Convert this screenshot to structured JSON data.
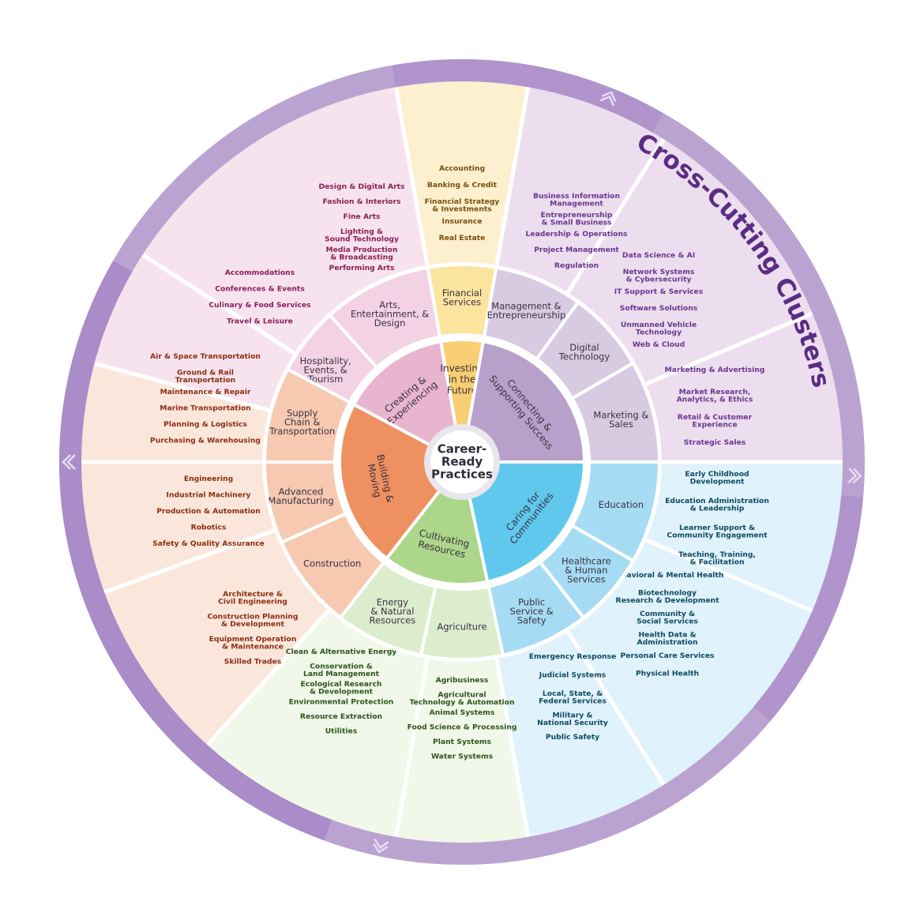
{
  "title": "Cross-Cutting Clusters",
  "center": [
    "Career-",
    "Ready",
    "Practices"
  ],
  "colors": {
    "ring_outer": "#bba3d1",
    "ring_inner": "#a98ac6",
    "creating": "#e8b5cf",
    "investing": "#f8cf72",
    "connecting": "#b7a0c9",
    "caring": "#5fc8ec",
    "cultivating": "#acd68a",
    "building": "#ee9060"
  },
  "groups": [
    {
      "inner_label": "Creating & Experiencing",
      "inner_color": "#e8b5cf",
      "clusters": [
        {
          "label": "Hospitality, Events, & Tourism",
          "mid_color": "#f3d2e3",
          "outer_color": "#f7e3ee",
          "text_color": "#8a1f55",
          "subs": [
            "Accommodations",
            "Conferences & Events",
            "Culinary & Food Services",
            "Travel & Leisure"
          ]
        },
        {
          "label": "Arts, Entertainment, & Design",
          "mid_color": "#f3d2e3",
          "outer_color": "#f7e3ee",
          "text_color": "#8a1f55",
          "subs": [
            "Design & Digital Arts",
            "Fashion & Interiors",
            "Fine Arts",
            "Lighting & Sound Technology",
            "Media Production & Broadcasting",
            "Performing Arts"
          ]
        }
      ]
    },
    {
      "inner_label": "Investing in the Future",
      "inner_color": "#f8cf72",
      "clusters": [
        {
          "label": "Financial Services",
          "mid_color": "#fbe49e",
          "outer_color": "#fcf0cf",
          "text_color": "#7a4e0a",
          "subs": [
            "Accounting",
            "Banking & Credit",
            "Financial Strategy & Investments",
            "Insurance",
            "Real Estate"
          ]
        }
      ]
    },
    {
      "inner_label": "Connecting & Supporting Success",
      "inner_color": "#b7a0c9",
      "clusters": [
        {
          "label": "Management & Entrepreneurship",
          "mid_color": "#d8cbe1",
          "outer_color": "#ecdeee",
          "text_color": "#6a3790",
          "subs": [
            "Business Information Management",
            "Entrepreneurship & Small Business",
            "Leadership & Operations",
            "Project Management",
            "Regulation"
          ]
        },
        {
          "label": "Digital Technology",
          "mid_color": "#d8cbe1",
          "outer_color": "#ecdeee",
          "text_color": "#6a3790",
          "subs": [
            "Data Science & AI",
            "Network Systems & Cybersecurity",
            "IT Support & Services",
            "Software Solutions",
            "Unmanned Vehicle Technology",
            "Web & Cloud"
          ]
        },
        {
          "label": "Marketing & Sales",
          "mid_color": "#d8cbe1",
          "outer_color": "#ecdeee",
          "text_color": "#6a3790",
          "subs": [
            "Marketing & Advertising",
            "Market Research, Analytics, & Ethics",
            "Retail & Customer Experience",
            "Strategic Sales"
          ]
        }
      ]
    },
    {
      "inner_label": "Caring for Communities",
      "inner_color": "#5fc8ec",
      "clusters": [
        {
          "label": "Education",
          "mid_color": "#a6dcf3",
          "outer_color": "#e0f2fb",
          "text_color": "#0d4a63",
          "subs": [
            "Early Childhood Development",
            "Education Administration & Leadership",
            "Learner Support & Community Engagement",
            "Teaching, Training, & Facilitation"
          ]
        },
        {
          "label": "Healthcare & Human Services",
          "mid_color": "#a6dcf3",
          "outer_color": "#e0f2fb",
          "text_color": "#0d4a63",
          "subs": [
            "Behavioral & Mental Health",
            "Biotechnology Research & Development",
            "Community & Social Services",
            "Health Data & Administration",
            "Personal Care Services",
            "Physical Health"
          ]
        },
        {
          "label": "Public Service & Safety",
          "mid_color": "#a6dcf3",
          "outer_color": "#e0f2fb",
          "text_color": "#0d4a63",
          "subs": [
            "Emergency Response",
            "Judicial Systems",
            "Local, State, & Federal Services",
            "Military & National Security",
            "Public Safety"
          ]
        }
      ]
    },
    {
      "inner_label": "Cultivating Resources",
      "inner_color": "#acd68a",
      "clusters": [
        {
          "label": "Agriculture",
          "mid_color": "#dcedce",
          "outer_color": "#f1f8ea",
          "text_color": "#2d5519",
          "subs": [
            "Agribusiness",
            "Agricultural Technology & Automation",
            "Animal Systems",
            "Food Science & Processing",
            "Plant Systems",
            "Water Systems"
          ]
        },
        {
          "label": "Energy & Natural Resources",
          "mid_color": "#dcedce",
          "outer_color": "#f1f8ea",
          "text_color": "#2d5519",
          "subs": [
            "Clean & Alternative Energy",
            "Conservation & Land Management",
            "Ecological Research & Development",
            "Environmental Protection",
            "Resource Extraction",
            "Utilities"
          ]
        }
      ]
    },
    {
      "inner_label": "Building & Moving",
      "inner_color": "#ee9060",
      "clusters": [
        {
          "label": "Construction",
          "mid_color": "#f6c9b0",
          "outer_color": "#fbe6dc",
          "text_color": "#8a2f0e",
          "subs": [
            "Architecture & Civil Engineering",
            "Construction Planning & Development",
            "Equipment Operation & Maintenance",
            "Skilled Trades"
          ]
        },
        {
          "label": "Advanced Manufacturing",
          "mid_color": "#f6c9b0",
          "outer_color": "#fbe6dc",
          "text_color": "#8a2f0e",
          "subs": [
            "Engineering",
            "Industrial Machinery",
            "Production & Automation",
            "Robotics",
            "Safety & Quality Assurance"
          ]
        },
        {
          "label": "Supply Chain & Transportation",
          "mid_color": "#f6c9b0",
          "outer_color": "#fbe6dc",
          "text_color": "#8a2f0e",
          "subs": [
            "Air & Space Transportation",
            "Ground & Rail Transportation",
            "Maintenance & Repair",
            "Marine Transportation",
            "Planning & Logistics",
            "Purchasing & Warehousing"
          ]
        }
      ]
    }
  ]
}
